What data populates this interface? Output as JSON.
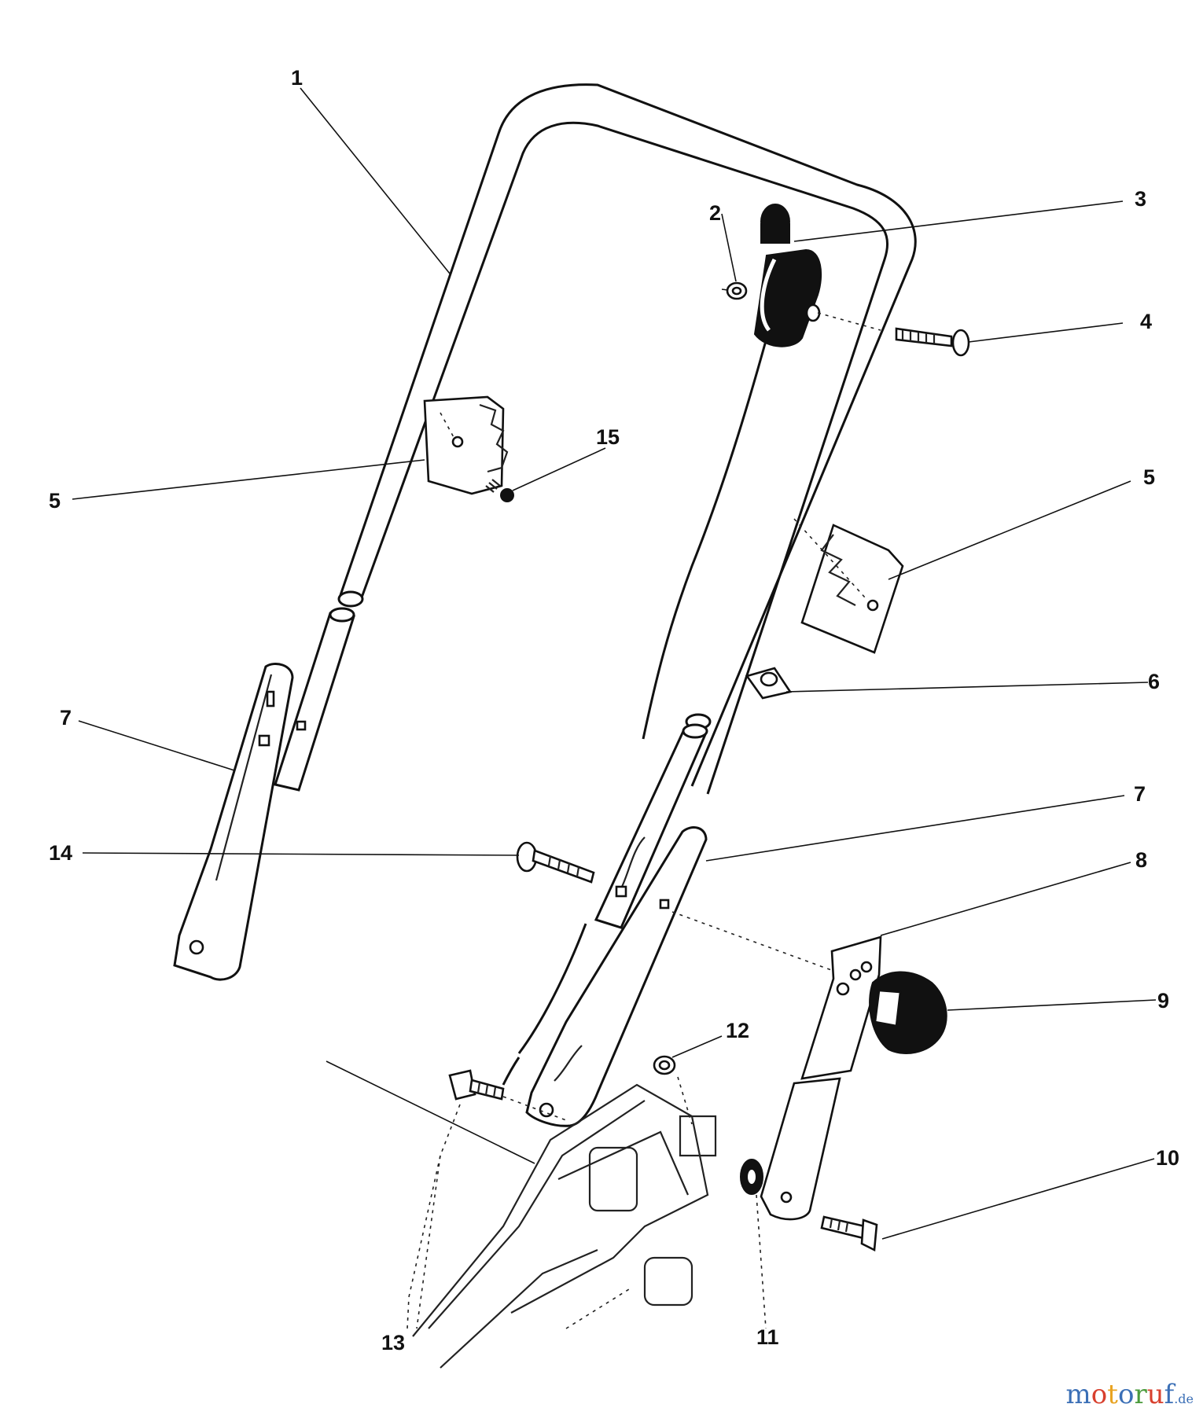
{
  "diagram": {
    "callouts": [
      {
        "id": "1",
        "label": "1"
      },
      {
        "id": "2",
        "label": "2"
      },
      {
        "id": "3",
        "label": "3"
      },
      {
        "id": "4",
        "label": "4"
      },
      {
        "id": "5a",
        "label": "5"
      },
      {
        "id": "5b",
        "label": "5"
      },
      {
        "id": "6",
        "label": "6"
      },
      {
        "id": "7a",
        "label": "7"
      },
      {
        "id": "7b",
        "label": "7"
      },
      {
        "id": "8",
        "label": "8"
      },
      {
        "id": "9",
        "label": "9"
      },
      {
        "id": "10",
        "label": "10"
      },
      {
        "id": "11",
        "label": "11"
      },
      {
        "id": "12",
        "label": "12"
      },
      {
        "id": "13",
        "label": "13"
      },
      {
        "id": "14",
        "label": "14"
      },
      {
        "id": "15",
        "label": "15"
      }
    ]
  },
  "watermark": {
    "brand": "motoruf",
    "suffix": ".de",
    "colors": [
      "#3b6fb6",
      "#d8402e",
      "#e8a322",
      "#3b6fb6",
      "#4a9b3c",
      "#d8402e",
      "#3b6fb6"
    ]
  }
}
